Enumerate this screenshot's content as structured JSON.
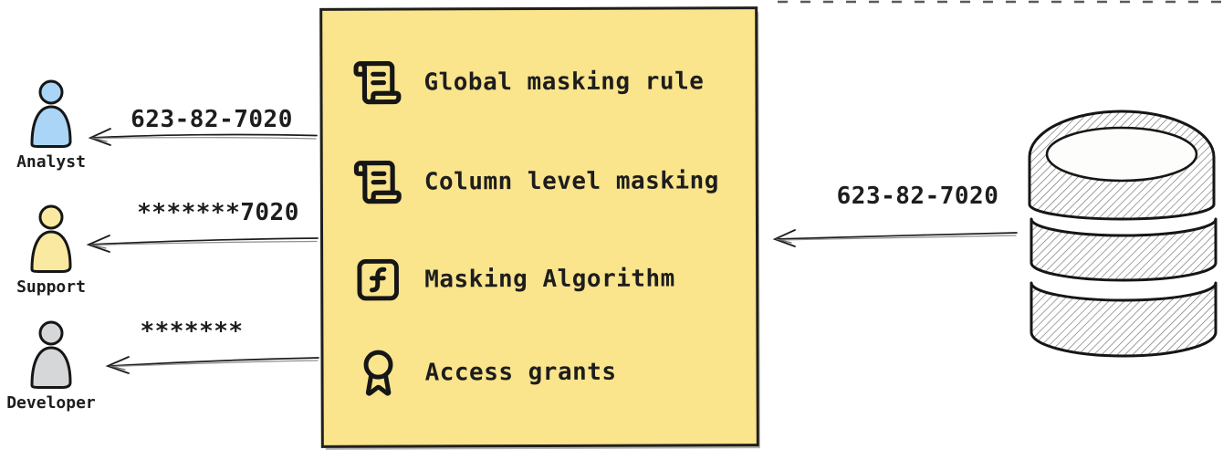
{
  "diagram": {
    "description": "Data masking flow: database value passes through masking policies to three consumers",
    "policy_box": {
      "background_color": "#fae48c",
      "items": [
        {
          "icon": "scroll-text-icon",
          "label": "Global masking rule"
        },
        {
          "icon": "scroll-text-icon",
          "label": "Column level masking"
        },
        {
          "icon": "function-square-icon",
          "label": "Masking Algorithm"
        },
        {
          "icon": "award-icon",
          "label": "Access grants"
        }
      ]
    },
    "source_database": {
      "icon": "database-icon",
      "value_sent": "623-82-7020"
    },
    "consumers": [
      {
        "icon": "person-icon",
        "name": "Analyst",
        "value_received": "623-82-7020",
        "color": "#aad5f6"
      },
      {
        "icon": "person-icon",
        "name": "Support",
        "value_received": "*******7020",
        "color": "#f9e9a1"
      },
      {
        "icon": "person-icon",
        "name": "Developer",
        "value_received": "*******",
        "color": "#d5d7d9"
      }
    ],
    "text_color": "#1d1d1d"
  }
}
